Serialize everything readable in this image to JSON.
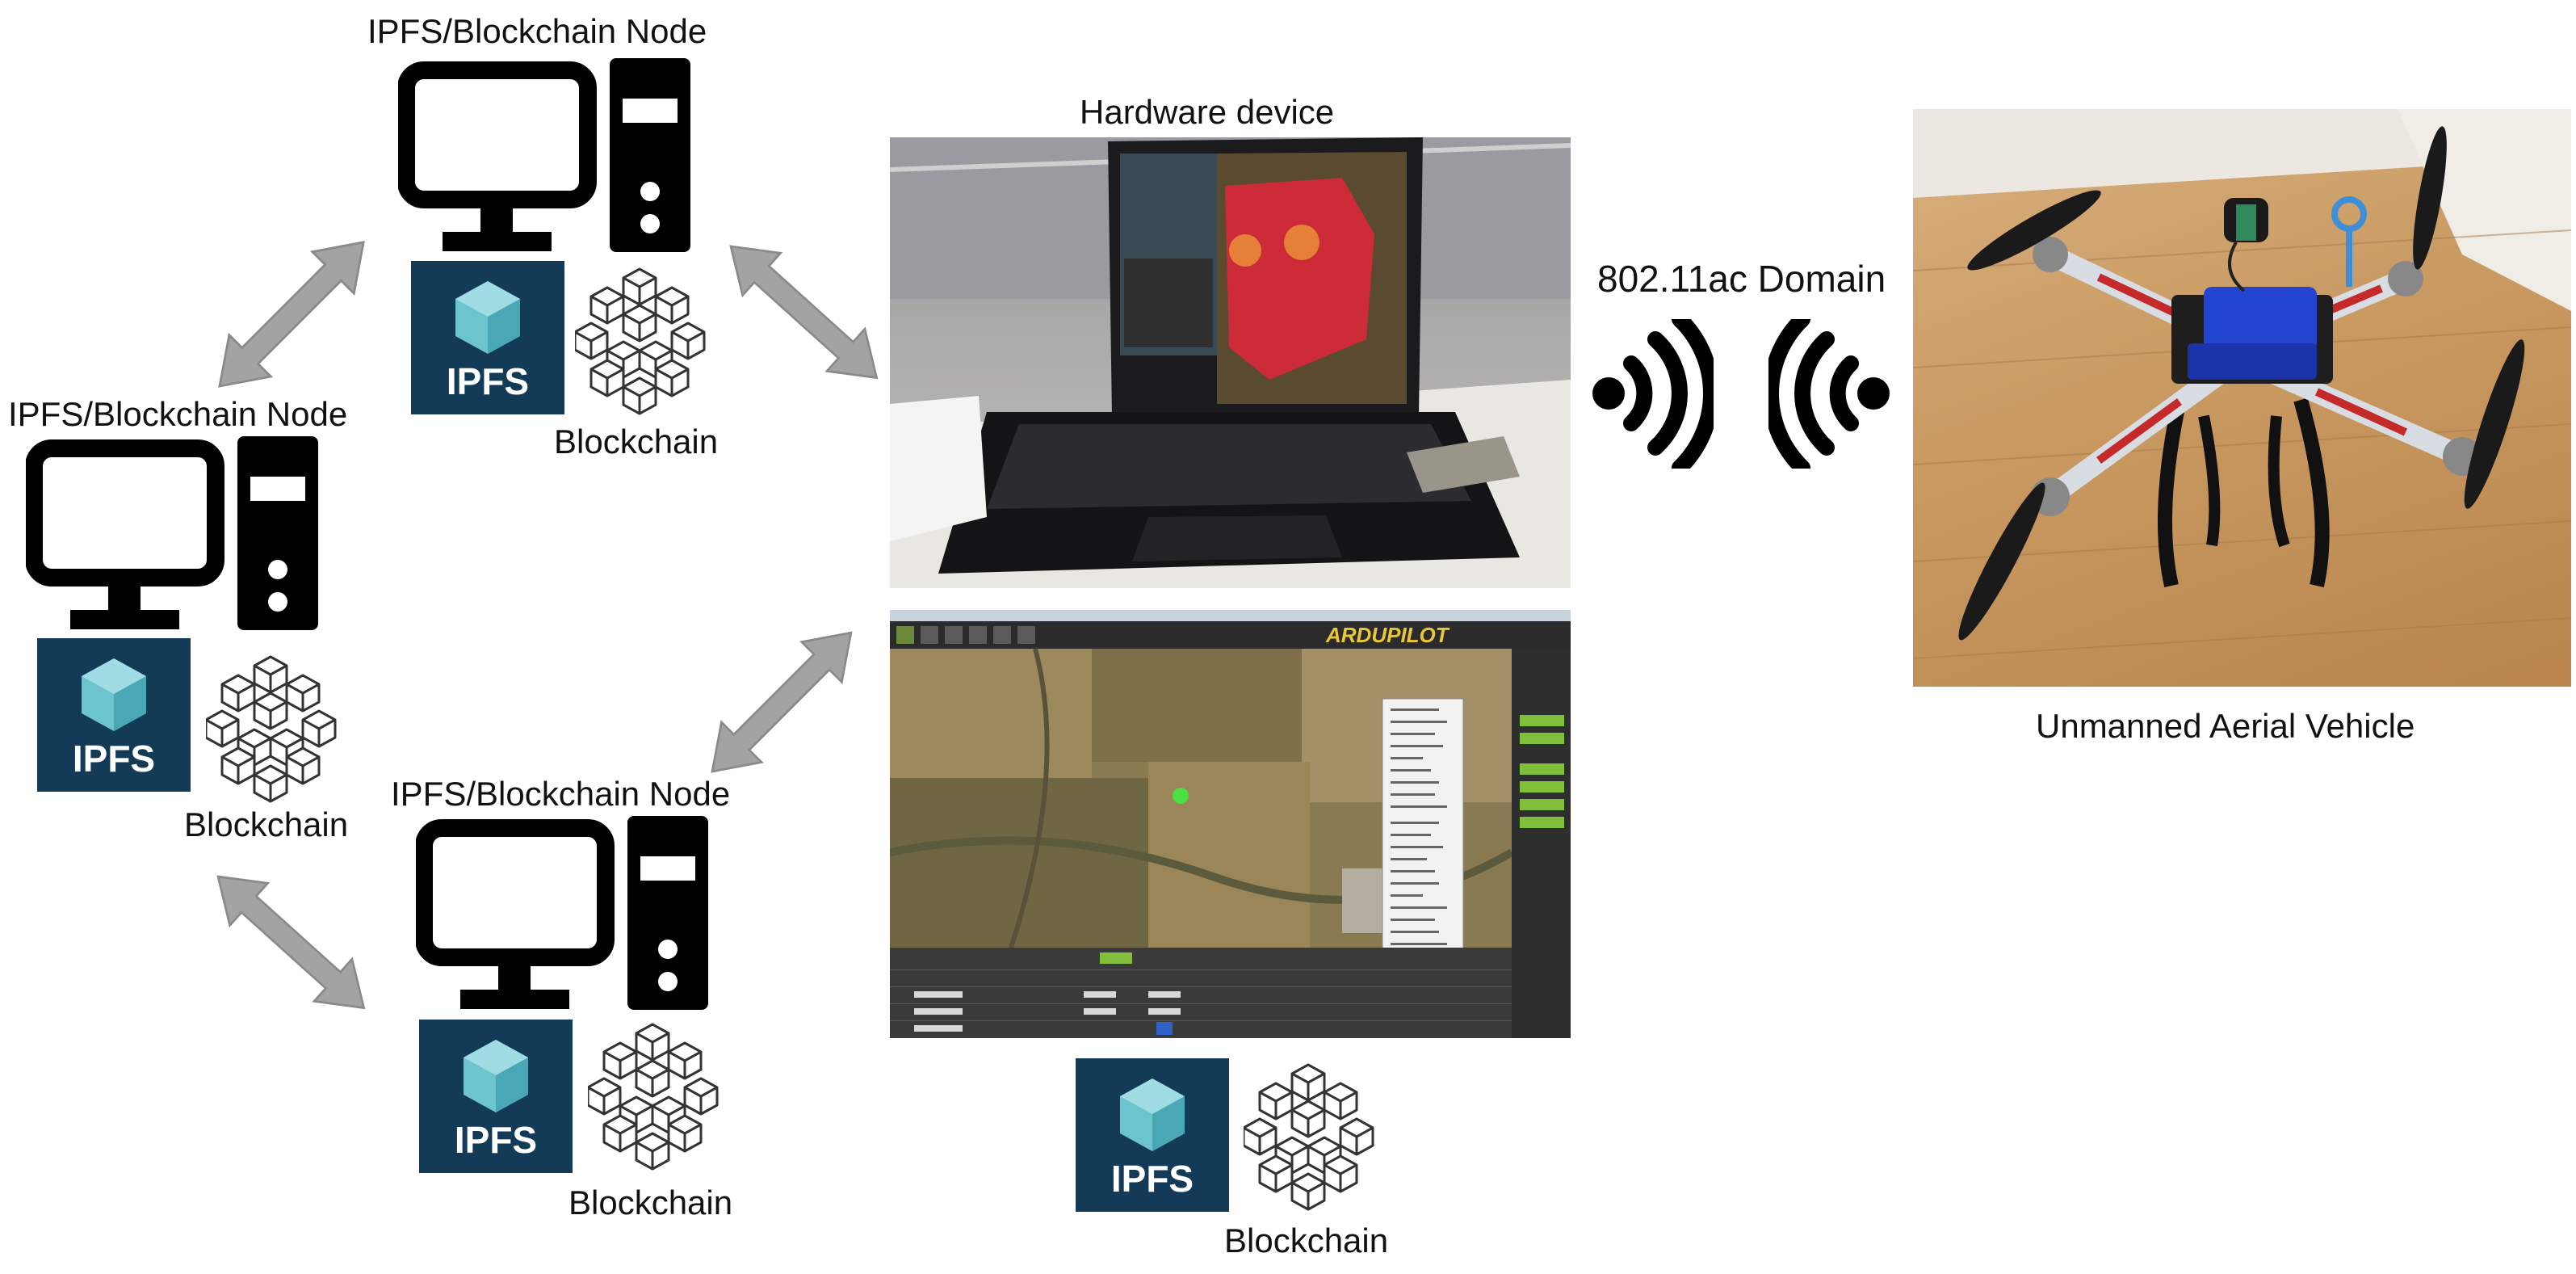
{
  "nodes": [
    {
      "title": "IPFS/Blockchain Node",
      "ipfs_label": "IPFS",
      "chain_label": "Blockchain"
    },
    {
      "title": "IPFS/Blockchain Node",
      "ipfs_label": "IPFS",
      "chain_label": "Blockchain"
    },
    {
      "title": "IPFS/Blockchain Node",
      "ipfs_label": "IPFS",
      "chain_label": "Blockchain"
    }
  ],
  "hardware": {
    "title": "Hardware device",
    "ipfs_label": "IPFS",
    "chain_label": "Blockchain",
    "gcs_logo": "ARDUPILOT"
  },
  "link": {
    "label": "802.11ac Domain"
  },
  "uav": {
    "label": "Unmanned Aerial Vehicle"
  },
  "colors": {
    "ipfs_bg": "#133a56",
    "ipfs_cube": "#6cc4cf",
    "arrow": "#a0a0a0",
    "icon": "#000000"
  },
  "icons": [
    "computer-monitor-icon",
    "computer-tower-icon",
    "ipfs-cube-icon",
    "blockchain-cubes-icon",
    "wifi-signal-icon",
    "bidirectional-arrow-icon"
  ]
}
